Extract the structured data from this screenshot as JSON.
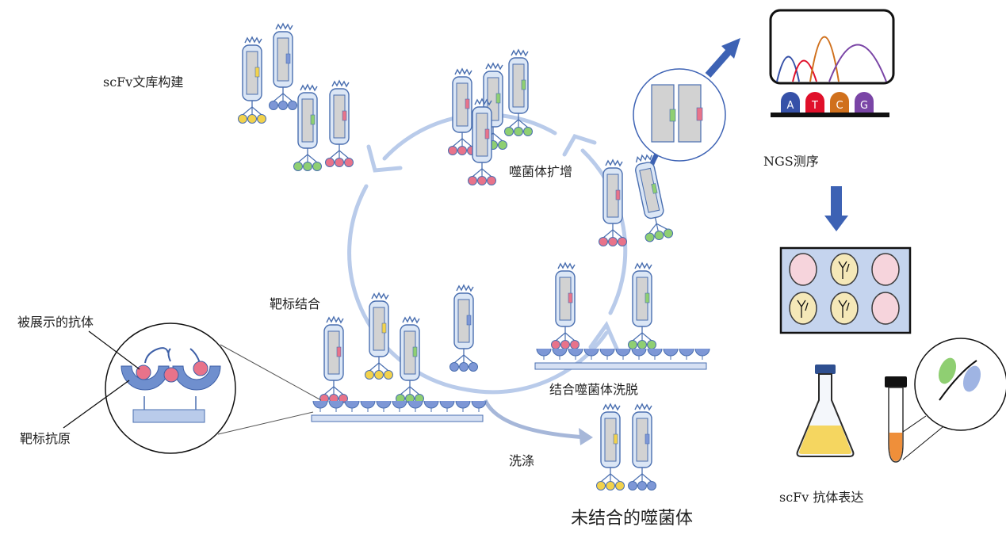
{
  "labels": {
    "library": "scFv文库构建",
    "amplification": "噬菌体扩增",
    "ngs": "NGS测序",
    "binding": "靶标结合",
    "displayed_antibody": "被展示的抗体",
    "target_antigen": "靶标抗原",
    "elution": "结合噬菌体洗脱",
    "wash": "洗涤",
    "unbound": "未结合的噬菌体",
    "expression": "scFv 抗体表达"
  },
  "bases": [
    "A",
    "T",
    "C",
    "G"
  ],
  "colors": {
    "phage_fill": "#dbe6f5",
    "phage_stroke": "#4a6fb0",
    "core_fill": "#d2d2d2",
    "cycle_arrow": "#b9cbea",
    "accent_arrow": "#3d62b4",
    "pink": "#e8738a",
    "green": "#8fcf72",
    "yellow": "#f2d24c",
    "blue": "#7d97d6",
    "base_A": "#3651a8",
    "base_T": "#e0102a",
    "base_C": "#d0701c",
    "base_G": "#7a45a6"
  }
}
